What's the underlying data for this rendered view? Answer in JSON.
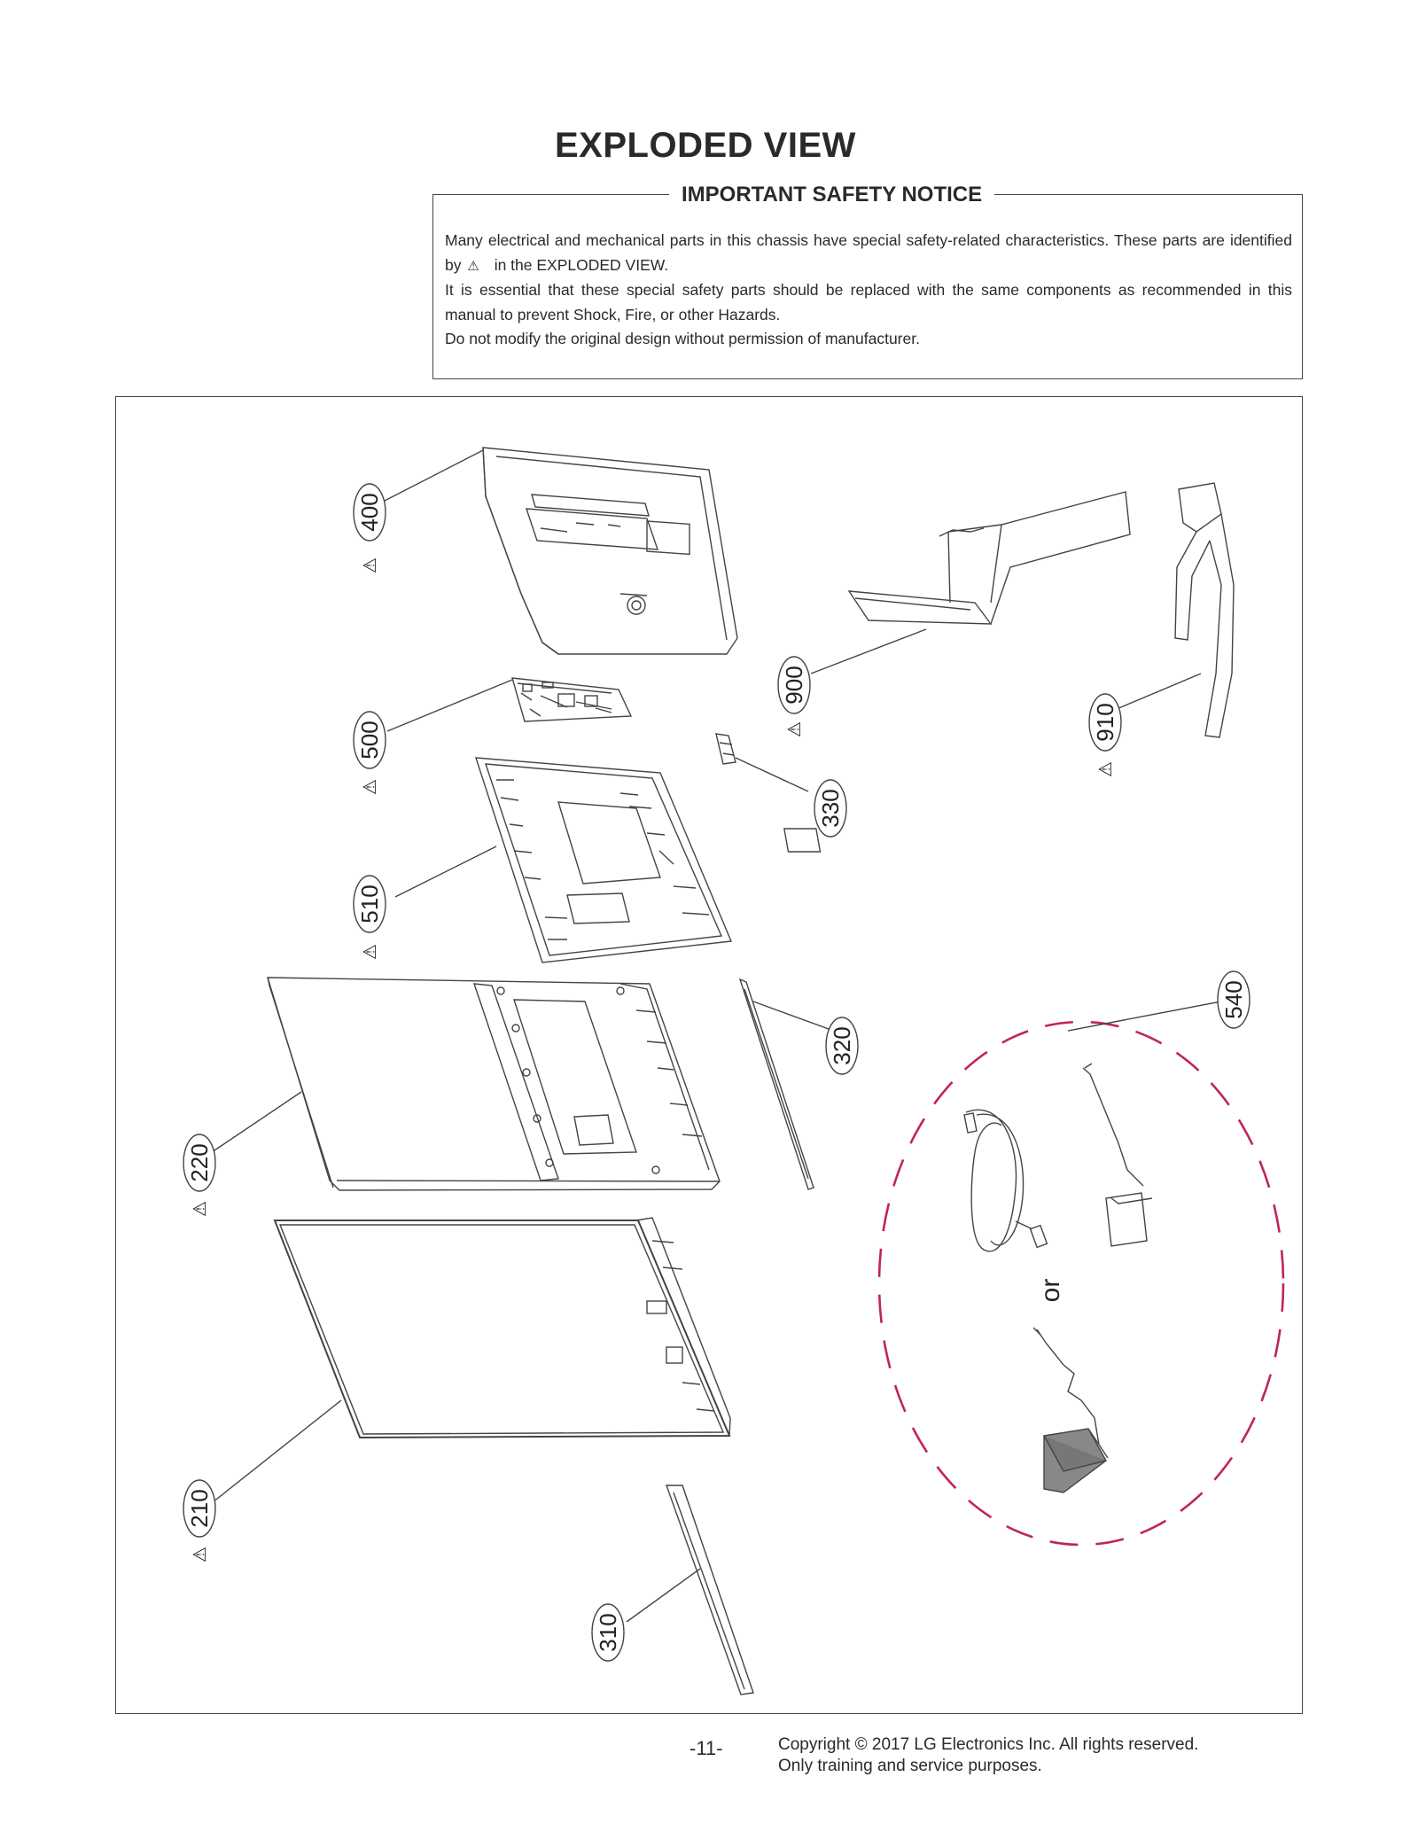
{
  "page_title": "EXPLODED VIEW",
  "safety_notice": {
    "heading": "IMPORTANT SAFETY NOTICE",
    "line1_before_icon": "Many electrical and mechanical parts in this chassis have special safety-related characteristics. These parts are identified by",
    "warning_symbol": "⚠",
    "line1_after_icon": "in the  EXPLODED VIEW.",
    "line2": "It is essential that these special safety parts should be replaced with the same components as recommended in this manual to prevent Shock, Fire, or other Hazards.",
    "line3": "Do not modify the original design without permission of manufacturer."
  },
  "diagram": {
    "part_labels": {
      "p400": "400",
      "p500": "500",
      "p510": "510",
      "p220": "220",
      "p210": "210",
      "p900": "900",
      "p910": "910",
      "p330": "330",
      "p320": "320",
      "p310": "310",
      "p540": "540"
    },
    "warning_symbol": "⚠",
    "or_label": "or",
    "accent_color": "#c0245a",
    "line_color": "#444444"
  },
  "footer": {
    "page_number": "-11-",
    "copyright": "Copyright © 2017 LG Electronics Inc. All rights reserved.",
    "usage": "Only training and service purposes."
  }
}
